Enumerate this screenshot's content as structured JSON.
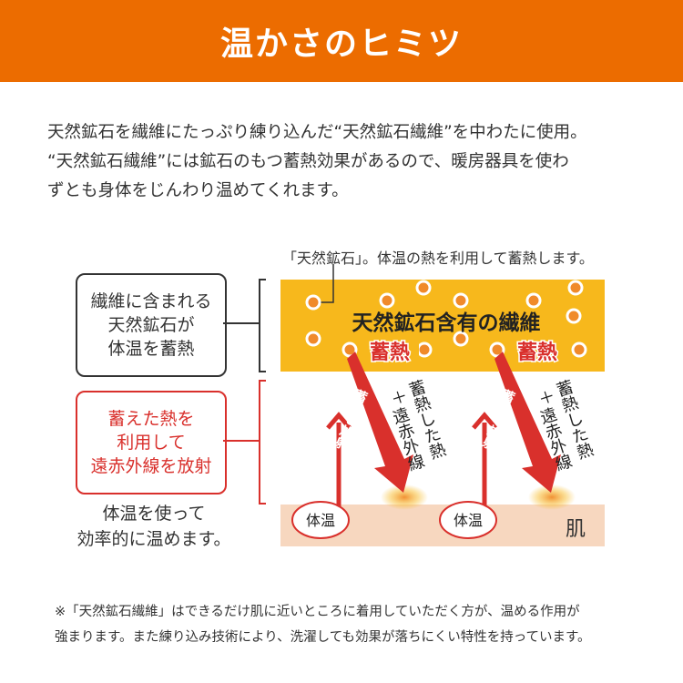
{
  "header": {
    "title": "温かさのヒミツ"
  },
  "intro": {
    "lines": [
      "天然鉱石を繊維にたっぷり練り込んだ“天然鉱石繊維”を中わたに使用。",
      "“天然鉱石繊維”には鉱石のもつ蓄熱効果があるので、暖房器具を使わ",
      "ずとも身体をじんわり温めてくれます。"
    ]
  },
  "diagram": {
    "callout": "「天然鉱石」。体温の熱を利用して蓄熱します。",
    "box_top": "繊維に含まれる\n天然鉱石が\n体温を蓄熱",
    "box_red": "蓄えた熱を\n利用して\n遠赤外線を放射",
    "note_bottom": "体温を使って\n効率的に温めます。",
    "band_label": "天然鉱石含有の繊維",
    "stored_label": "蓄熱",
    "emit_label": "蓄熱し放射",
    "plus_label": "＋",
    "result_label_1": "遠赤外線",
    "result_label_2": "蓄熱した熱",
    "body_label": "体温",
    "skin_label": "肌"
  },
  "footnote": {
    "lines": [
      "※「天然鉱石繊維」はできるだけ肌に近いところに着用していただく方が、温める作用が",
      "強まります。また練り込み技術により、洗濯しても効果が落ちにくい特性を持っています。"
    ]
  },
  "colors": {
    "orange": "#ec6c00",
    "band": "#f7b81c",
    "red": "#d9302c",
    "skin": "#f7d7bf",
    "dot": "#f08a2a"
  }
}
